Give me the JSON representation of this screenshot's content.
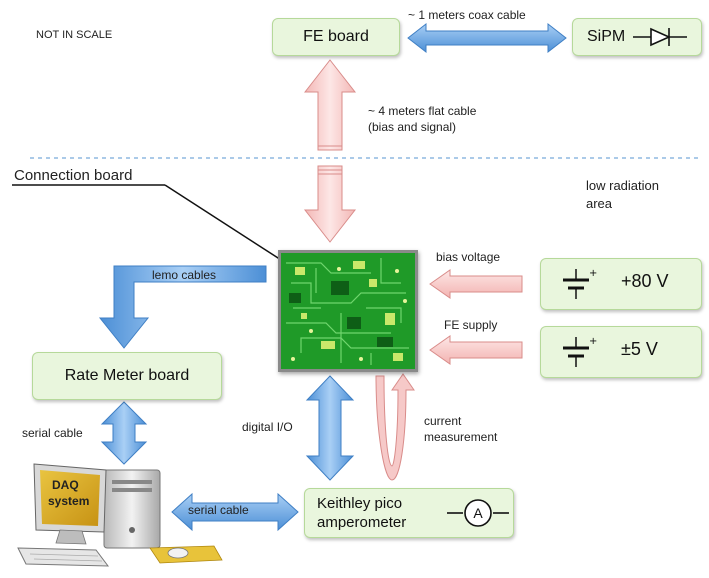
{
  "labels": {
    "not_in_scale": "NOT IN SCALE",
    "fe_board": "FE board",
    "coax_cable": "~ 1 meters coax cable",
    "sipm": "SiPM",
    "flat_cable_line1": "~ 4 meters flat cable",
    "flat_cable_line2": "(bias and signal)",
    "connection_board": "Connection board",
    "low_radiation_line1": "low radiation",
    "low_radiation_line2": "area",
    "lemo_cables": "lemo cables",
    "bias_voltage": "bias voltage",
    "plus_80v": "+80 V",
    "fe_supply": "FE supply",
    "plus_minus_5v": "±5 V",
    "rate_meter_board": "Rate Meter board",
    "serial_cable_left": "serial cable",
    "digital_io": "digital I/O",
    "current_measurement_line1": "current",
    "current_measurement_line2": "measurement",
    "daq_line1": "DAQ",
    "daq_line2": "system",
    "serial_cable_bottom": "serial cable",
    "keithley_line1": "Keithley pico",
    "keithley_line2": "amperometer",
    "ammeter_symbol": "A"
  },
  "colors": {
    "box_fill": "#e9f6dd",
    "box_border": "#b6d99a",
    "red_arrow": "#f6c9c8",
    "red_arrow_edge": "#d98c8a",
    "blue_arrow": "#6fa9e4",
    "blue_arrow_edge": "#3f7fc4",
    "pcb_green": "#1f9a28",
    "dashed_line": "#8fb8e0"
  }
}
